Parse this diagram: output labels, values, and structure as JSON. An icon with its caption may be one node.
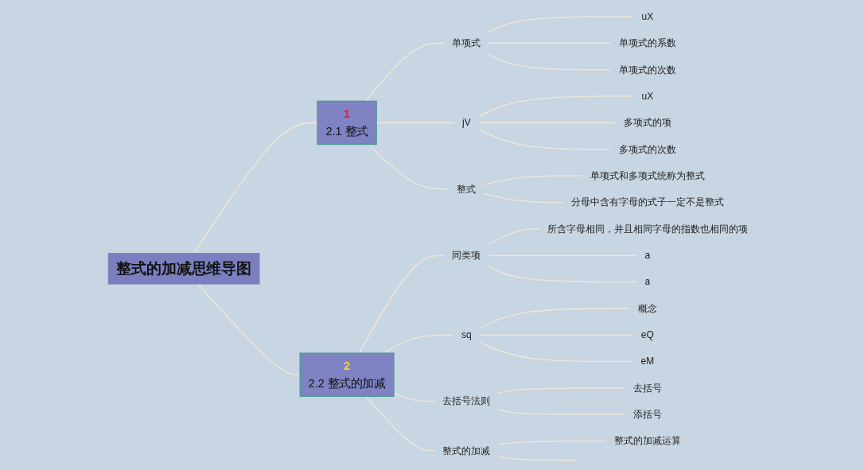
{
  "diagram": {
    "nodes": [
      {
        "text": [
          "整式的加减思维导图"
        ]
      },
      {
        "text": [
          "1",
          "2.1 整式"
        ]
      },
      {
        "text": [
          "单项式"
        ]
      },
      {
        "text": [
          "uX"
        ]
      },
      {
        "text": [
          "单项式的系数"
        ]
      },
      {
        "text": [
          "单项式的次数"
        ]
      },
      {
        "text": [
          "jV"
        ]
      },
      {
        "text": [
          "uX"
        ]
      },
      {
        "text": [
          "多项式的项"
        ]
      },
      {
        "text": [
          "多项式的次数"
        ]
      },
      {
        "text": [
          "整式"
        ]
      },
      {
        "text": [
          "单项式和多项式统称为整式"
        ]
      },
      {
        "text": [
          "分母中含有字母的式子一定不是整式"
        ]
      },
      {
        "text": [
          "2",
          "2.2 整式的加减"
        ]
      },
      {
        "text": [
          "同类项"
        ]
      },
      {
        "text": [
          "所含字母相同，并且相同字母的指数也相同的项"
        ]
      },
      {
        "text": [
          "a"
        ]
      },
      {
        "text": [
          "a"
        ]
      },
      {
        "text": [
          "sq"
        ]
      },
      {
        "text": [
          "概念"
        ]
      },
      {
        "text": [
          "eQ"
        ]
      },
      {
        "text": [
          "eM"
        ]
      },
      {
        "text": [
          "去括号法则"
        ]
      },
      {
        "text": [
          "去括号"
        ]
      },
      {
        "text": [
          "添括号"
        ]
      },
      {
        "text": [
          "整式的加减"
        ]
      },
      {
        "text": [
          "整式的加减运算"
        ]
      }
    ],
    "edges": [
      {
        "from": 0,
        "to": 1,
        "arrow": "none"
      },
      {
        "from": 1,
        "to": 2,
        "arrow": "none"
      },
      {
        "from": 2,
        "to": 3,
        "arrow": "none"
      },
      {
        "from": 2,
        "to": 4,
        "arrow": "none"
      },
      {
        "from": 2,
        "to": 5,
        "arrow": "none"
      },
      {
        "from": 1,
        "to": 6,
        "arrow": "none"
      },
      {
        "from": 6,
        "to": 7,
        "arrow": "none"
      },
      {
        "from": 6,
        "to": 8,
        "arrow": "none"
      },
      {
        "from": 6,
        "to": 9,
        "arrow": "none"
      },
      {
        "from": 1,
        "to": 10,
        "arrow": "none"
      },
      {
        "from": 10,
        "to": 11,
        "arrow": "none"
      },
      {
        "from": 10,
        "to": 12,
        "arrow": "none"
      },
      {
        "from": 0,
        "to": 13,
        "arrow": "none"
      },
      {
        "from": 13,
        "to": 14,
        "arrow": "none"
      },
      {
        "from": 14,
        "to": 15,
        "arrow": "none"
      },
      {
        "from": 14,
        "to": 16,
        "arrow": "none"
      },
      {
        "from": 14,
        "to": 17,
        "arrow": "none"
      },
      {
        "from": 13,
        "to": 18,
        "arrow": "none"
      },
      {
        "from": 18,
        "to": 19,
        "arrow": "none"
      },
      {
        "from": 18,
        "to": 20,
        "arrow": "none"
      },
      {
        "from": 18,
        "to": 21,
        "arrow": "none"
      },
      {
        "from": 13,
        "to": 22,
        "arrow": "none"
      },
      {
        "from": 22,
        "to": 23,
        "arrow": "none"
      },
      {
        "from": 22,
        "to": 24,
        "arrow": "none"
      },
      {
        "from": 13,
        "to": 25,
        "arrow": "none"
      },
      {
        "from": 25,
        "to": 26,
        "arrow": "none"
      },
      {
        "from": 25,
        "to": null,
        "arrow": "none"
      }
    ]
  }
}
